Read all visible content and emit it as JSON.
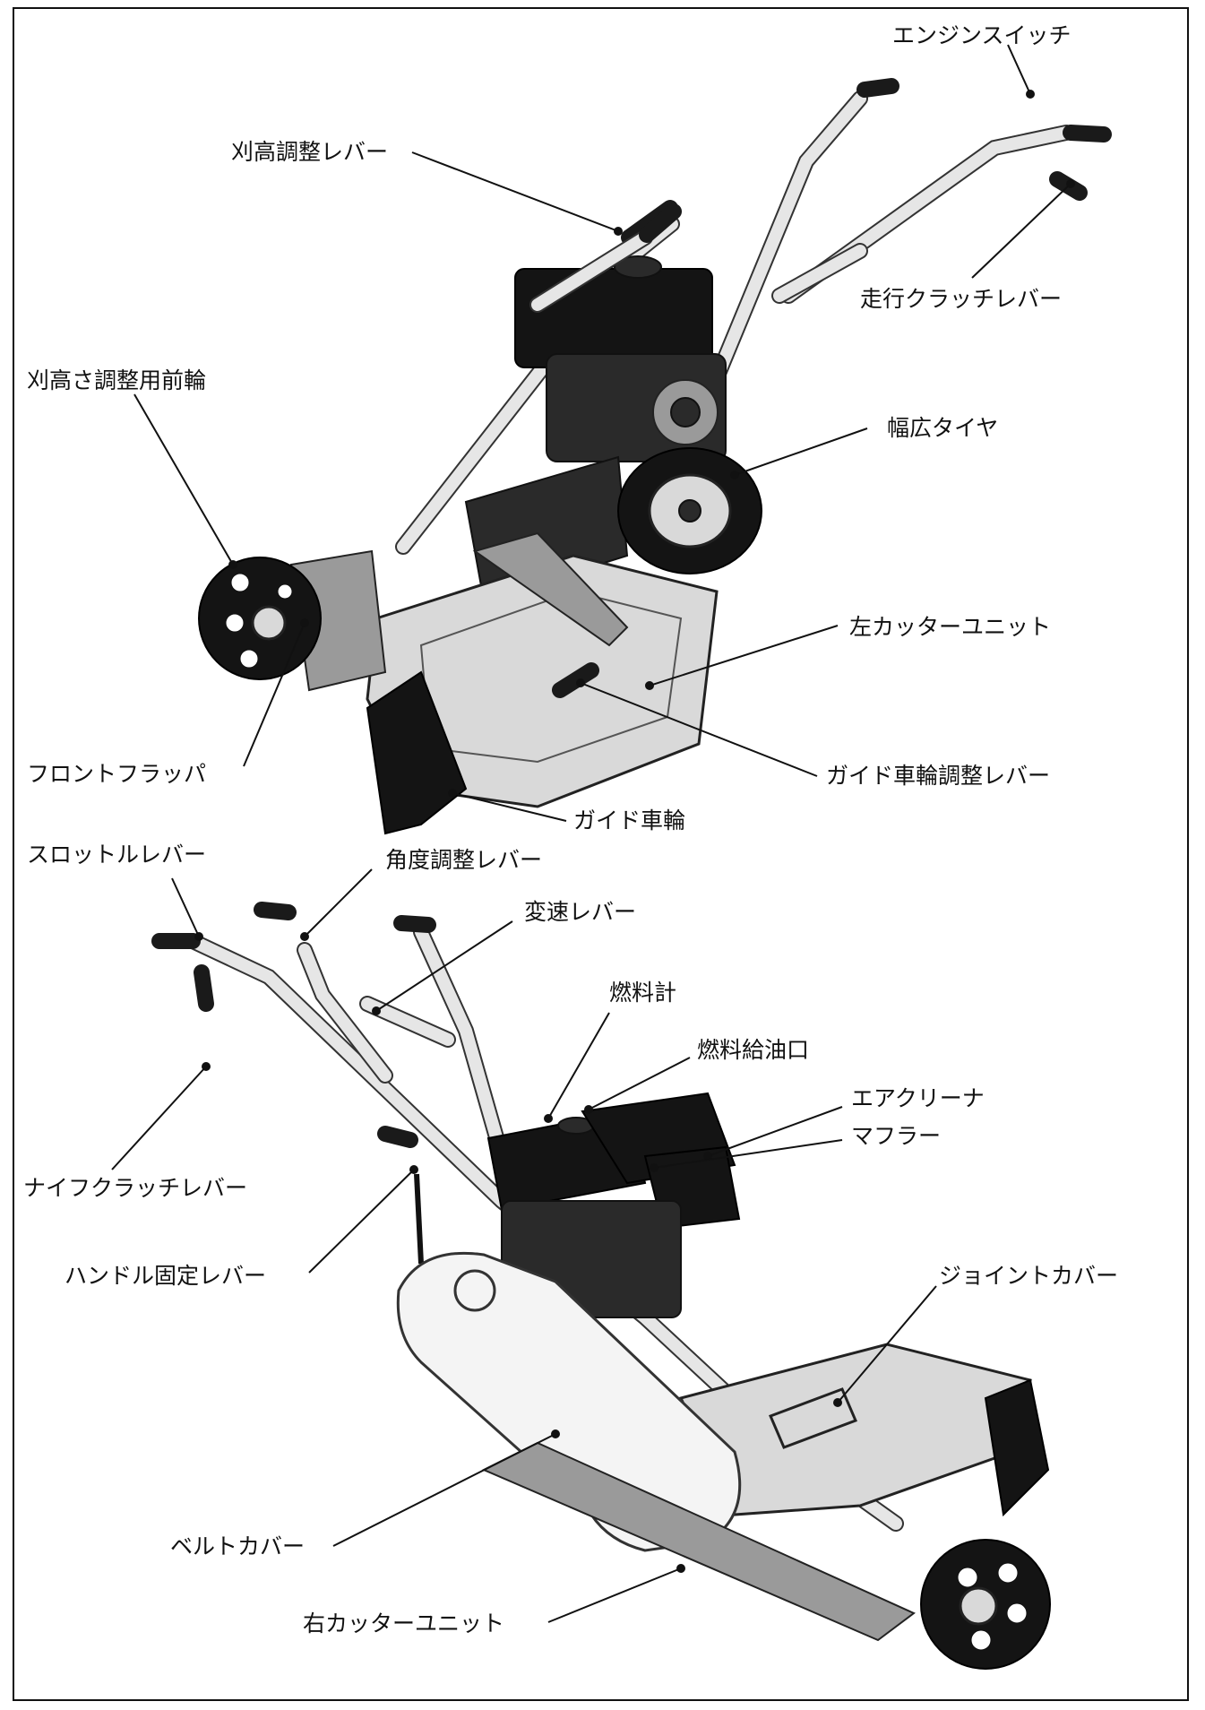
{
  "upper_figure": {
    "labels": {
      "engine_switch": "エンジンスイッチ",
      "cut_height_lever": "刈高調整レバー",
      "travel_clutch_lever": "走行クラッチレバー",
      "front_wheel": "刈高さ調整用前輪",
      "wide_tire": "幅広タイヤ",
      "left_cutter_unit": "左カッターユニット",
      "front_flap": "フロントフラッパ",
      "guide_wheel_lever": "ガイド車輪調整レバー",
      "guide_wheel": "ガイド車輪"
    }
  },
  "lower_figure": {
    "labels": {
      "throttle_lever": "スロットルレバー",
      "angle_lever": "角度調整レバー",
      "shift_lever": "変速レバー",
      "fuel_gauge": "燃料計",
      "fuel_inlet": "燃料給油口",
      "air_cleaner": "エアクリーナ",
      "muffler": "マフラー",
      "knife_clutch_lever": "ナイフクラッチレバー",
      "handle_lock_lever": "ハンドル固定レバー",
      "joint_cover": "ジョイントカバー",
      "belt_cover": "ベルトカバー",
      "right_cutter_unit": "右カッターユニット"
    }
  }
}
